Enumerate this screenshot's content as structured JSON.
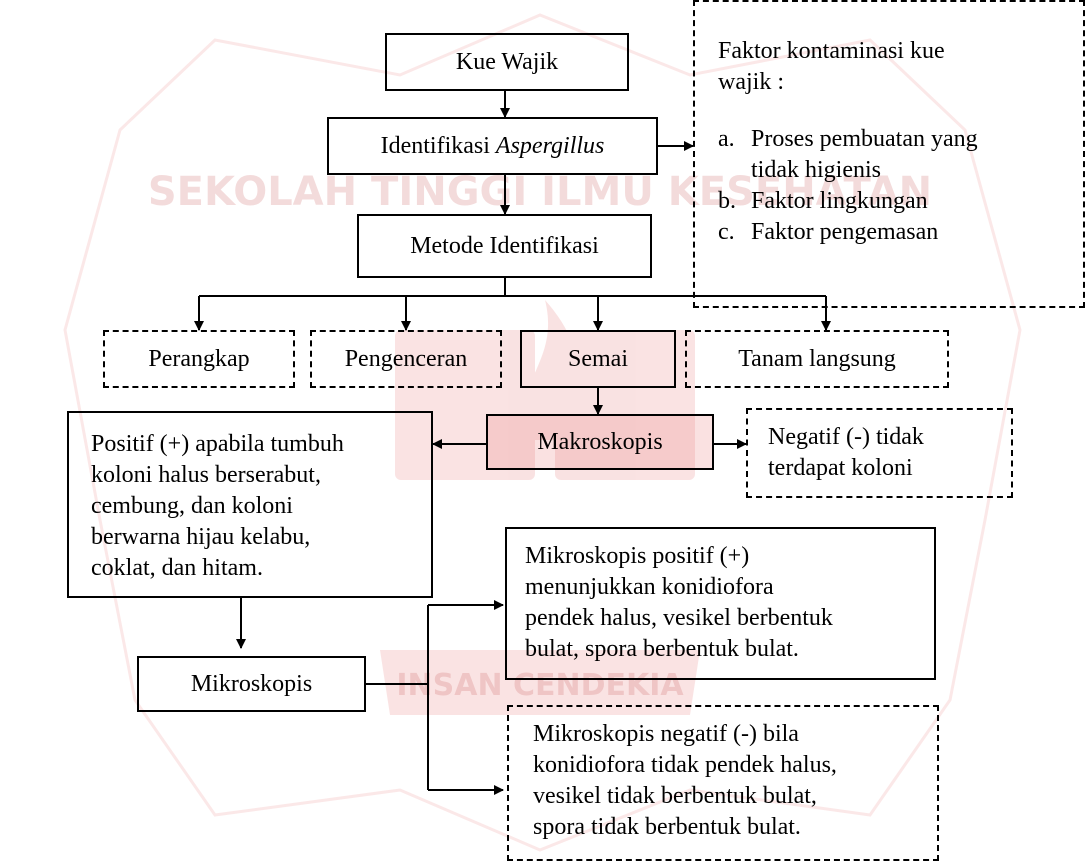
{
  "colors": {
    "stroke": "#000000",
    "watermark": "#e05050",
    "makro_fill": "#e67878"
  },
  "watermark": {
    "ring_text": "SEKOLAH TINGGI ILMU KESEHATAN",
    "banner_text": "INSAN CENDEKIA"
  },
  "nodes": {
    "kue_wajik": "Kue Wajik",
    "identifikasi_prefix": "Identifikasi",
    "identifikasi_genus": "Aspergillus",
    "metode": "Metode Identifikasi",
    "perangkap": "Perangkap",
    "pengenceran": "Pengenceran",
    "semai": "Semai",
    "tanam": "Tanam langsung",
    "makroskopis": "Makroskopis",
    "negatif_makro": [
      "Negatif (-) tidak",
      "terdapat  koloni"
    ],
    "positif_makro": [
      "Positif (+) apabila tumbuh",
      "koloni halus berserabut,",
      "cembung, dan koloni",
      "berwarna hijau kelabu,",
      "coklat, dan hitam."
    ],
    "mikroskopis": "Mikroskopis",
    "mikro_positif": [
      "Mikroskopis positif  (+)",
      "menunjukkan konidiofora",
      "pendek halus, vesikel berbentuk",
      "bulat, spora berbentuk bulat."
    ],
    "mikro_negatif": [
      "Mikroskopis negatif (-) bila",
      "konidiofora tidak pendek halus,",
      "vesikel tidak berbentuk bulat,",
      "spora tidak berbentuk bulat."
    ]
  },
  "faktor": {
    "title": [
      "Faktor  kontaminasi kue",
      "wajik :"
    ],
    "items": [
      {
        "marker": "a.",
        "lines": [
          "Proses pembuatan yang",
          "tidak higienis"
        ]
      },
      {
        "marker": "b.",
        "lines": [
          "Faktor lingkungan"
        ]
      },
      {
        "marker": "c.",
        "lines": [
          "Faktor pengemasan"
        ]
      }
    ]
  }
}
